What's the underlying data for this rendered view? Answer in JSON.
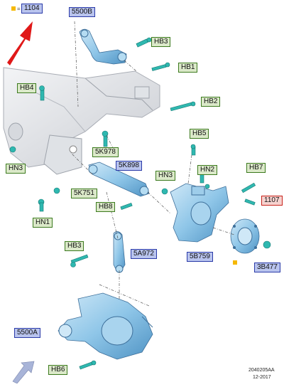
{
  "labels": {
    "ref_1104": "1104",
    "p5500B": "5500B",
    "hb3_top": "HB3",
    "hb1": "HB1",
    "hb4": "HB4",
    "hb2": "HB2",
    "hn3_left": "HN3",
    "p5k978": "5K978",
    "hb5": "HB5",
    "p5k898": "5K898",
    "hn3_mid": "HN3",
    "hn2": "HN2",
    "hb7": "HB7",
    "p5k751": "5K751",
    "hb8": "HB8",
    "p1107": "1107",
    "hn1": "HN1",
    "hb3_bottom": "HB3",
    "p5a972": "5A972",
    "p5b759": "5B759",
    "p3b477": "3B477",
    "p5500A": "5500A",
    "hb6": "HB6"
  },
  "footer": {
    "code": "2040205AA",
    "date": "12-2017"
  },
  "colors": {
    "part_blue": "#8fc6e8",
    "fastener_teal": "#2fb8b0",
    "bg_gray": "#e4e6ea",
    "arrow_red": "#e01818",
    "highlight": "#f5b800"
  }
}
